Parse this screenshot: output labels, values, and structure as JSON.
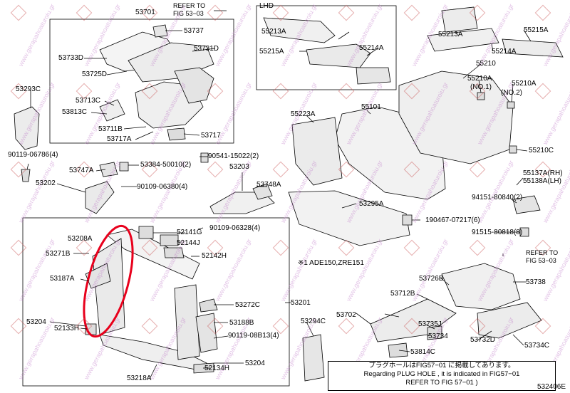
{
  "diagram": {
    "code": "532406E",
    "lhd_label": "LHD",
    "footnote_star": "※1 ADE150,ZRE151",
    "note_lines": [
      "プラグホールはFIG57−01 に掲載してあります。",
      "Regarding PLUG HOLE , it is indicated in FIG57−01",
      "REFER TO FIG 57−01 )"
    ],
    "refer_top": [
      "REFER TO",
      "FIG 53−03"
    ],
    "refer_right": [
      "REFER TO",
      "FIG 53−03"
    ],
    "watermark": "www.gerapahoaturoiu.gr",
    "highlight_color": "#e8001c",
    "parts": [
      "53701",
      "53737",
      "53731D",
      "53733D",
      "53725D",
      "53713C",
      "53813C",
      "53711B",
      "53717A",
      "53717",
      "53293C",
      "90119-06786(4)",
      "53747A",
      "53384-50010(2)",
      "53202",
      "90109-06380(4)",
      "90541-15022(2)",
      "53203",
      "53748A",
      "53208A",
      "52141G",
      "90109-06328(4)",
      "52144J",
      "53271B",
      "52142H",
      "53187A",
      "53272C",
      "53201",
      "53204",
      "52133H",
      "53188B",
      "90119-08B13(4)",
      "53204",
      "52134H",
      "53218A",
      "53294C",
      "53702",
      "55213A",
      "55215A",
      "55214A",
      "55213A",
      "55215A",
      "55214A",
      "55210",
      "55210A",
      "(NO.1)",
      "55210A",
      "(NO.2)",
      "55101",
      "55223A",
      "55210C",
      "55137A(RH)",
      "55138A(LH)",
      "94151-80840(2)",
      "53295A",
      "190467-07217(6)",
      "91515-80818(8)",
      "53738",
      "53726B",
      "53712B",
      "53735J",
      "53734",
      "53814C",
      "53732D",
      "53734C"
    ]
  }
}
